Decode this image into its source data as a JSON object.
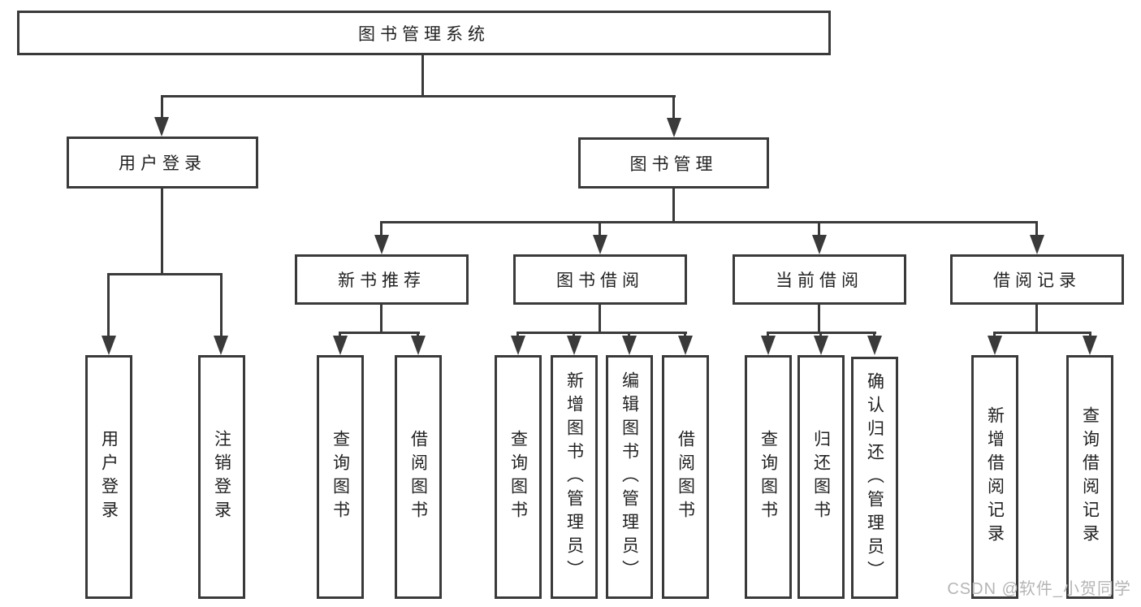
{
  "nodes": {
    "root": "图书管理系统",
    "user_login": "用户登录",
    "book_management": "图书管理",
    "new_book_recommend": "新书推荐",
    "book_borrow": "图书借阅",
    "current_borrow": "当前借阅",
    "borrow_records": "借阅记录",
    "leaf_user_login": "用户登录",
    "leaf_logout": "注销登录",
    "leaf_nbr_query_books": "查询图书",
    "leaf_nbr_borrow_books": "借阅图书",
    "leaf_bb_query_books": "查询图书",
    "leaf_bb_add_books": "新增图书（管理员）",
    "leaf_bb_edit_books": "编辑图书（管理员）",
    "leaf_bb_borrow_books": "借阅图书",
    "leaf_cb_query_books": "查询图书",
    "leaf_cb_return_books": "归还图书",
    "leaf_cb_confirm_return": "确认归还（管理员）",
    "leaf_br_add_record": "新增借阅记录",
    "leaf_br_query_record": "查询借阅记录"
  },
  "watermark": "CSDN @软件_小贺同学",
  "colors": {
    "line": "#3a3a3a",
    "text": "#222222",
    "watermark": "#b5b5b5",
    "background": "#ffffff"
  }
}
